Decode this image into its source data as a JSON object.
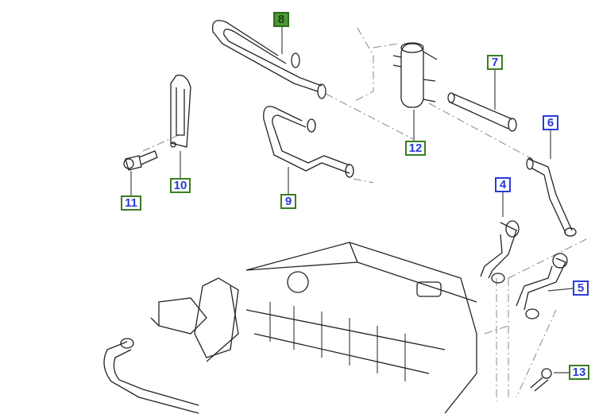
{
  "diagram": {
    "callouts": [
      {
        "id": "8",
        "label": "8",
        "selected": true
      },
      {
        "id": "7",
        "label": "7"
      },
      {
        "id": "6",
        "label": "6"
      },
      {
        "id": "12",
        "label": "12"
      },
      {
        "id": "10",
        "label": "10"
      },
      {
        "id": "11",
        "label": "11"
      },
      {
        "id": "9",
        "label": "9"
      },
      {
        "id": "4",
        "label": "4"
      },
      {
        "id": "5",
        "label": "5"
      },
      {
        "id": "13",
        "label": "13"
      }
    ],
    "colors": {
      "border_green": "#3a7d22",
      "border_blue": "#2a3bd6",
      "text_blue": "#2a3bd6",
      "selected_fill": "#4c9a35"
    }
  }
}
